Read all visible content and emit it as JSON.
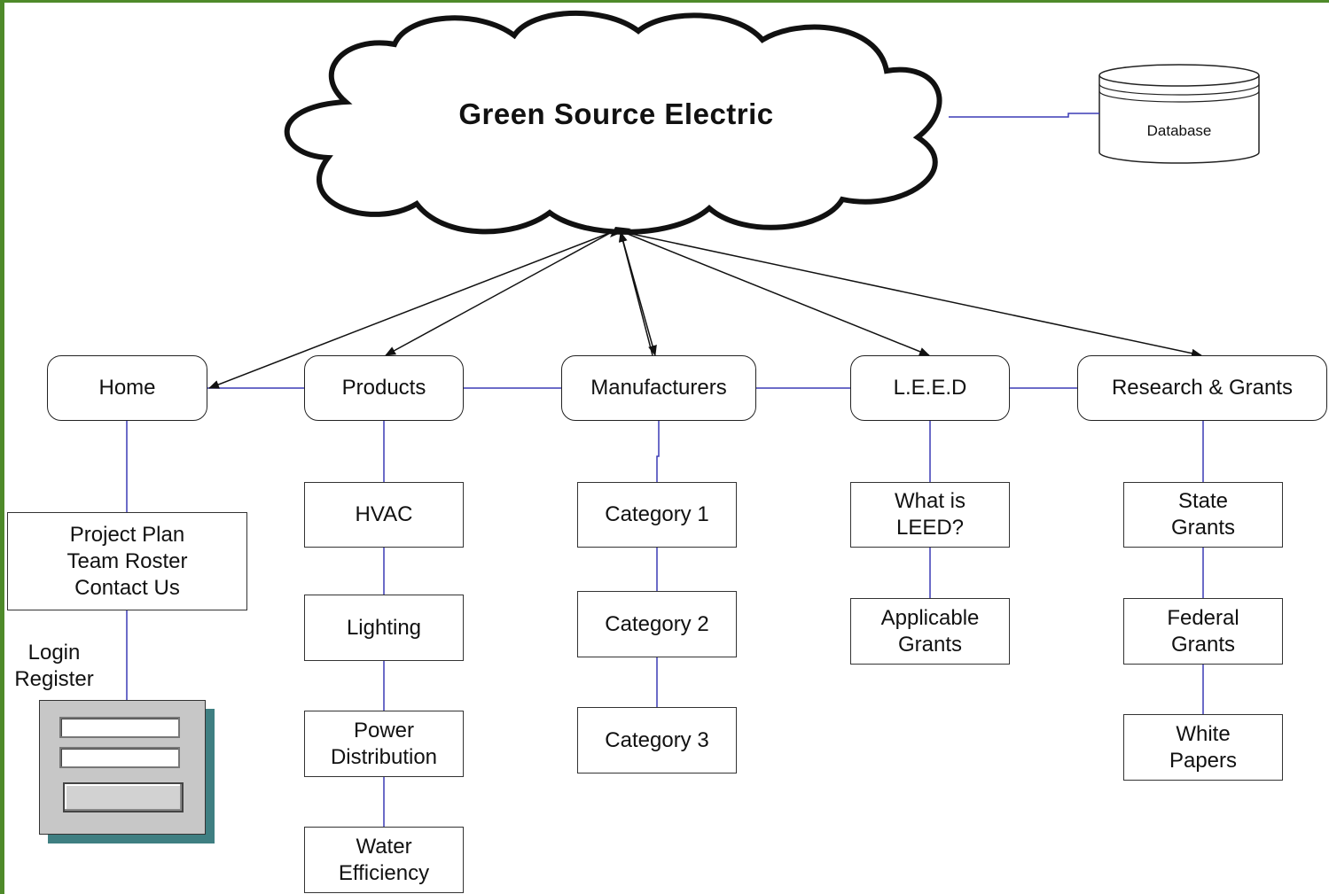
{
  "title": "Green Source Electric",
  "database": "Database",
  "nav": {
    "home": "Home",
    "products": "Products",
    "manufacturers": "Manufacturers",
    "leed": "L.E.E.D",
    "research": "Research & Grants"
  },
  "home_pages": "Project Plan\nTeam Roster\nContact Us",
  "login_text": "Login\nRegister",
  "products": [
    "HVAC",
    "Lighting",
    "Power\nDistribution",
    "Water\nEfficiency"
  ],
  "manufacturers": [
    "Category 1",
    "Category 2",
    "Category 3"
  ],
  "leed": [
    "What is\nLEED?",
    "Applicable\nGrants"
  ],
  "research": [
    "State\nGrants",
    "Federal\nGrants",
    "White\nPapers"
  ],
  "colors": {
    "connector": "#3b3bb5",
    "arrow": "#111111",
    "border_green": "#4e8a2a",
    "form_shadow": "#3f7f82"
  },
  "icons": [
    "cloud-shape",
    "database-cylinder-icon",
    "login-form-icon"
  ]
}
